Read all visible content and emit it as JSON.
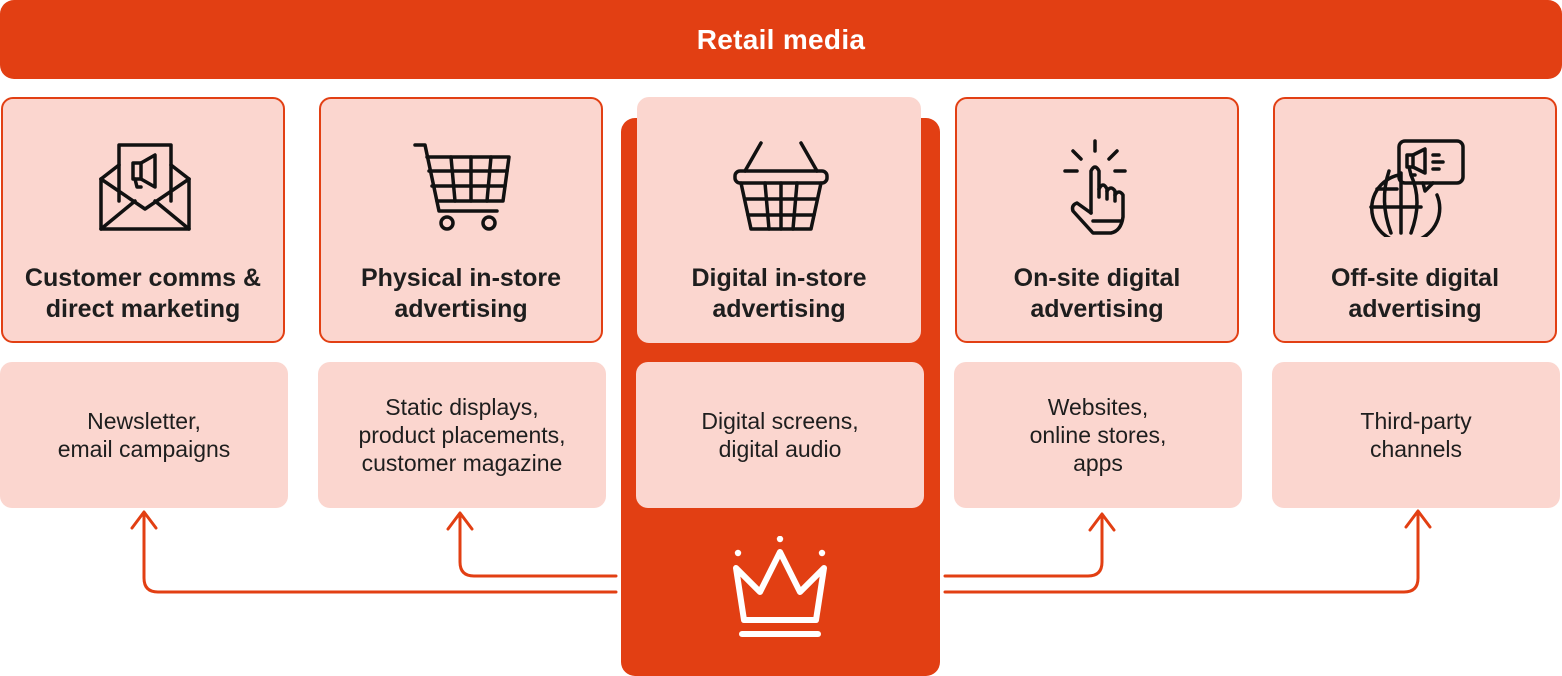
{
  "banner": {
    "title": "Retail media"
  },
  "columns": [
    {
      "icon": "envelope-megaphone-icon",
      "title": "Customer comms &\ndirect marketing",
      "sub": "Newsletter,\nemail campaigns"
    },
    {
      "icon": "shopping-cart-icon",
      "title": "Physical in-store\nadvertising",
      "sub": "Static displays,\nproduct placements,\ncustomer magazine"
    },
    {
      "icon": "shopping-basket-icon",
      "title": "Digital in-store\nadvertising",
      "sub": "Digital screens,\ndigital audio"
    },
    {
      "icon": "pointing-hand-click-icon",
      "title": "On-site digital\nadvertising",
      "sub": "Websites,\nonline stores,\napps"
    },
    {
      "icon": "globe-megaphone-icon",
      "title": "Off-site digital\nadvertising",
      "sub": "Third-party\nchannels"
    }
  ],
  "center_icon": "crown-icon",
  "colors": {
    "accent": "#e23f13",
    "card_fill": "#fbd6cf",
    "text": "#1e1e1e",
    "white": "#ffffff"
  }
}
